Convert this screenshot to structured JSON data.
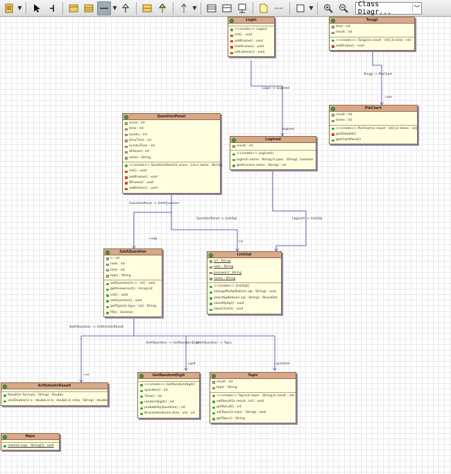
{
  "toolbar": {
    "diagram_type": "Class Diagr...",
    "buttons": [
      {
        "name": "diagram-menu-icon"
      },
      {
        "name": "select-arrow-icon"
      },
      {
        "name": "insert-point-icon"
      },
      {
        "name": "class-tool-icon"
      },
      {
        "name": "interface-tool-icon"
      },
      {
        "name": "association-tool-icon"
      },
      {
        "name": "generalization-tool-icon"
      },
      {
        "name": "aggregation-tool-icon"
      },
      {
        "name": "dependency-tool-icon"
      },
      {
        "name": "realization-tool-icon"
      },
      {
        "name": "package-tool-icon"
      },
      {
        "name": "note-tool-icon"
      },
      {
        "name": "note-link-tool-icon"
      },
      {
        "name": "boundary-tool-icon"
      },
      {
        "name": "zoom-in-icon"
      },
      {
        "name": "zoom-out-icon"
      }
    ]
  },
  "classes": {
    "login": {
      "name": "Login",
      "fields": [],
      "ops": [
        {
          "vis": "public-op",
          "text": "<<create>> Login()"
        },
        {
          "vis": "private-op",
          "text": "init() : void"
        },
        {
          "vis": "private-op",
          "text": "addFrame() : void"
        },
        {
          "vis": "private-op",
          "text": "hideFrame() : void"
        },
        {
          "vis": "private-op",
          "text": "setListener() : void"
        }
      ]
    },
    "tongji": {
      "name": "Tongji",
      "fields": [
        {
          "text": "time : int"
        },
        {
          "text": "result : int"
        }
      ],
      "ops": [
        {
          "vis": "public-op",
          "text": "<<create>> Tongji(in result : int[],in time : int)"
        },
        {
          "vis": "private-op",
          "text": "addFrame() : void"
        }
      ]
    },
    "piechart": {
      "name": "PieChart",
      "fields": [
        {
          "text": "result : int"
        },
        {
          "text": "times : int"
        }
      ],
      "ops": [
        {
          "vis": "public-op",
          "text": "<<create>> PieChart(in result : int[],in times : int)"
        },
        {
          "vis": "private-op",
          "text": "getDataSet()"
        },
        {
          "vis": "public-op",
          "text": "getChartPanel()"
        }
      ]
    },
    "questionpanel": {
      "name": "QuestionPanel",
      "fields": [
        {
          "text": "score : int"
        },
        {
          "text": "time : int"
        },
        {
          "text": "lunshu : int"
        },
        {
          "text": "timuTime : int"
        },
        {
          "text": "lunshuTime : int"
        },
        {
          "text": "AllScore : int"
        },
        {
          "text": "name : String"
        }
      ],
      "ops": [
        {
          "vis": "public-op",
          "text": "<<create>> QuestionPanel(in score : int,in name : String)"
        },
        {
          "vis": "private-op",
          "text": "init() : void"
        },
        {
          "vis": "private-op",
          "text": "addFrame() : void"
        },
        {
          "vis": "private-op",
          "text": "lfFrame() : void"
        },
        {
          "vis": "private-op",
          "text": "addAction() : void"
        }
      ]
    },
    "logined": {
      "name": "Logined",
      "fields": [
        {
          "text": "result : int"
        }
      ],
      "ops": [
        {
          "vis": "public-op",
          "text": "<<create>> Logined()"
        },
        {
          "vis": "public-op",
          "text": "login(in name : String,in pass : String) : boolean"
        },
        {
          "vis": "public-op",
          "text": "getScore(in name : String) : int"
        }
      ]
    },
    "setaquestion": {
      "name": "SetAQuestion",
      "fields": [
        {
          "text": "n : int"
        },
        {
          "text": "neat : int"
        },
        {
          "text": "time : int"
        },
        {
          "text": "topic : String"
        }
      ],
      "ops": [
        {
          "vis": "public-op",
          "text": "setQuestion(in n : int) : void"
        },
        {
          "vis": "public-op",
          "text": "getAnswerList() : ArrayList"
        },
        {
          "vis": "public-op",
          "text": "init() : void"
        },
        {
          "vis": "public-op",
          "text": "setQuestion() : void"
        },
        {
          "vis": "public-op",
          "text": "getType(in type : int) : String"
        },
        {
          "vis": "public-op",
          "text": "PQ() : boolean"
        }
      ]
    },
    "linksql": {
      "name": "LinkSql",
      "fields": [
        {
          "text": "url : String",
          "underline": true
        },
        {
          "text": "user : String",
          "underline": true
        },
        {
          "text": "password : String",
          "underline": true
        },
        {
          "text": "name : String",
          "underline": true
        }
      ],
      "ops": [
        {
          "vis": "public-op",
          "text": "<<create>> LinkSql()"
        },
        {
          "vis": "public-op",
          "text": "changeMySqlDate(in sql : String) : void"
        },
        {
          "vis": "public-op",
          "text": "selectSqlDate(in sql : String) : ResultSet"
        },
        {
          "vis": "public-op",
          "text": "closeMySql() : void"
        },
        {
          "vis": "public-op",
          "text": "closeChart() : void"
        }
      ]
    },
    "arithmeticresult": {
      "name": "ArithmeticResult",
      "fields": [],
      "ops": [
        {
          "vis": "public-op",
          "text": "Result(in formula : String) : Double"
        },
        {
          "vis": "public-op",
          "text": "calcDouble(in a : double,in b : double,in simp : String) : double"
        }
      ]
    },
    "getrandomdigit": {
      "name": "GetRandomDigit",
      "fields": [],
      "ops": [
        {
          "vis": "public-op",
          "text": "<<create>> GetRandomDigit()"
        },
        {
          "vis": "public-op",
          "text": "operator() : int"
        },
        {
          "vis": "public-op",
          "text": "Time() : int"
        },
        {
          "vis": "public-op",
          "text": "randomDigit() : int"
        },
        {
          "vis": "public-op",
          "text": "probabilityQuestion() : int"
        },
        {
          "vis": "public-op",
          "text": "BracketsIndex(in time : int) : int"
        }
      ]
    },
    "topic": {
      "name": "Topic",
      "fields": [
        {
          "text": "result : int"
        },
        {
          "text": "topic : String"
        }
      ],
      "ops": [
        {
          "vis": "public-op",
          "text": "<<create>> Topic(in topic : String,in result : int)"
        },
        {
          "vis": "public-op",
          "text": "setResult(in result : int) : void"
        },
        {
          "vis": "public-op",
          "text": "getResult() : int"
        },
        {
          "vis": "public-op",
          "text": "setTopic(in topic : String) : void"
        },
        {
          "vis": "public-op",
          "text": "getTopic() : String"
        }
      ]
    },
    "main": {
      "name": "Main",
      "fields": [],
      "ops": [
        {
          "vis": "public-op",
          "text": "main(in args : String[]) : void",
          "underline": true
        }
      ]
    }
  },
  "edges": {
    "login_logined": {
      "label": "Login -> Logined",
      "role": "logined"
    },
    "tongji_piechart": {
      "label": "Tongji -> PieChart",
      "role": "+pie"
    },
    "qp_saq": {
      "label": "QuestionPanel -> SetAQuestion",
      "role": "+saq"
    },
    "qp_linksql": {
      "label": "QuestionPanel -> LinkSql",
      "role": "+ls"
    },
    "logined_linksql": {
      "label": "Logined -> LinkSql",
      "role": ""
    },
    "saq_ar": {
      "label": "SetAQuestion -> ArithmeticResult",
      "role": "+ar"
    },
    "saq_grd": {
      "label": "SetAQuestion -> GetRandomDigit",
      "role": "+grd"
    },
    "saq_topic": {
      "label": "SetAQuestion -> Topic",
      "role": "+question"
    }
  },
  "colors": {
    "edge": "#3a3aa8",
    "class_fill": "#ffffe0",
    "class_header": "#d8a888"
  }
}
